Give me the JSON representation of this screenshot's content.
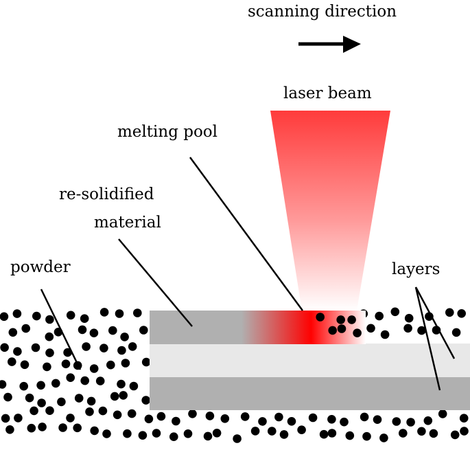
{
  "labels": {
    "scanning_direction": "scanning direction",
    "laser_beam": "laser beam",
    "melting_pool": "melting pool",
    "re_solidified_line1": "re-solidified",
    "re_solidified_line2": "material",
    "powder": "powder",
    "layers": "layers"
  },
  "colors": {
    "laser": "#ff3b3b",
    "melt": "#ff0000",
    "layer_dark": "#b0b0b0",
    "layer_light": "#e8e8e8",
    "particle": "#000000"
  }
}
